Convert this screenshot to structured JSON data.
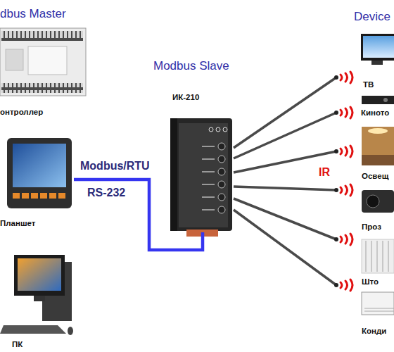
{
  "diagram": {
    "nodes": [
      {
        "text": [
          "онтроллер"
        ]
      },
      {
        "text": [
          "Планшет"
        ]
      },
      {
        "text": [
          "ПК"
        ]
      },
      {
        "text": [
          "ИК-210"
        ]
      },
      {
        "text": [
          "ТВ"
        ]
      },
      {
        "text": [
          "Киното"
        ]
      },
      {
        "text": [
          "Освещ"
        ]
      },
      {
        "text": [
          "Проз"
        ]
      },
      {
        "text": [
          "Што"
        ]
      },
      {
        "text": [
          "Конди"
        ]
      }
    ],
    "edges": [
      {
        "from": 1,
        "to": 3,
        "label": "Modbus/RTU",
        "arrow": "none"
      },
      {
        "from": 3,
        "to": 4,
        "arrow": "none"
      },
      {
        "from": 3,
        "to": 5,
        "arrow": "none"
      },
      {
        "from": 3,
        "to": 6,
        "arrow": "none"
      },
      {
        "from": 3,
        "to": 7,
        "arrow": "none"
      },
      {
        "from": 3,
        "to": 8,
        "arrow": "none"
      },
      {
        "from": 3,
        "to": 9,
        "arrow": "none"
      }
    ],
    "labels": [
      "dbus Master",
      "Modbus Slave",
      "Device",
      "RS-232",
      "IR"
    ]
  }
}
